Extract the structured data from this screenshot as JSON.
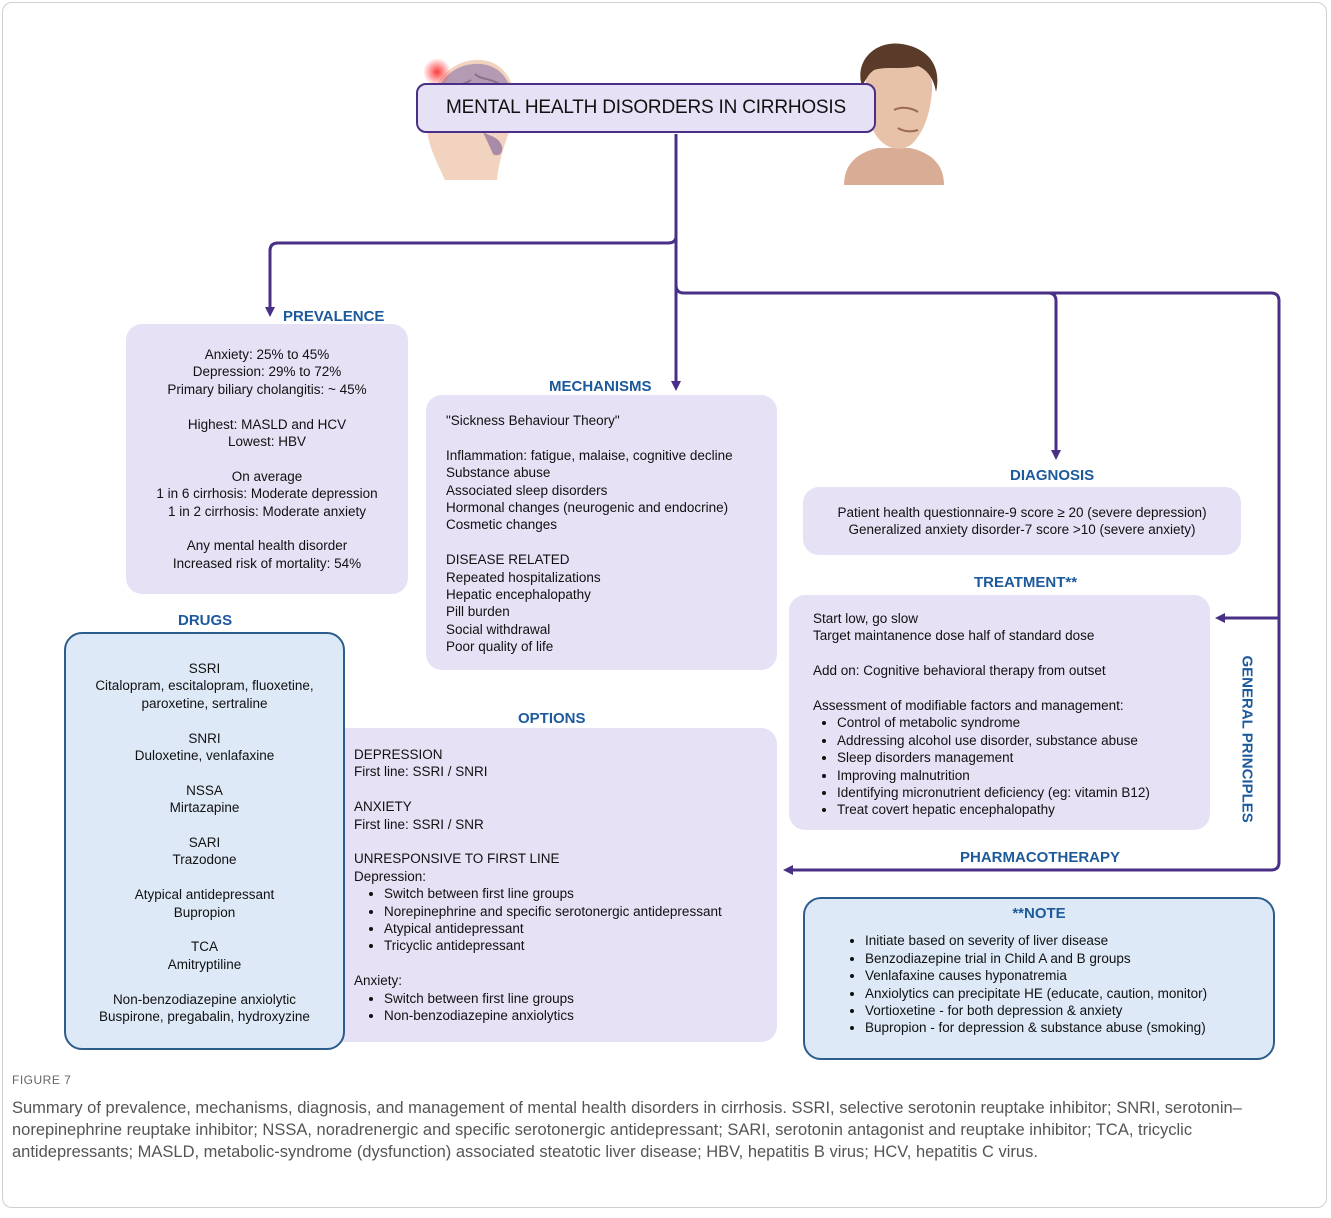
{
  "title": "MENTAL HEALTH DISORDERS IN CIRRHOSIS",
  "prevalence": {
    "heading": "PREVALENCE",
    "lines": [
      "Anxiety: 25% to 45%",
      "Depression: 29% to 72%",
      "Primary biliary cholangitis: ~ 45%",
      "",
      "Highest: MASLD and HCV",
      "Lowest: HBV",
      "",
      "On average",
      "1 in 6 cirrhosis: Moderate depression",
      "1 in 2 cirrhosis: Moderate anxiety",
      "",
      "Any mental health disorder",
      "Increased risk of mortality: 54%"
    ]
  },
  "mechanisms": {
    "heading": "MECHANISMS",
    "lines": [
      "\"Sickness Behaviour Theory\"",
      "",
      "Inflammation: fatigue, malaise, cognitive decline",
      "Substance abuse",
      "Associated sleep disorders",
      "Hormonal changes (neurogenic and endocrine)",
      "Cosmetic changes",
      "",
      "DISEASE RELATED",
      "Repeated hospitalizations",
      "Hepatic encephalopathy",
      "Pill burden",
      "Social withdrawal",
      "Poor quality of life"
    ]
  },
  "diagnosis": {
    "heading": "DIAGNOSIS",
    "lines": [
      "Patient health questionnaire-9 score ≥ 20 (severe depression)",
      "Generalized anxiety disorder-7 score >10 (severe anxiety)"
    ]
  },
  "treatment": {
    "heading": "TREATMENT**",
    "lines": [
      "Start low, go slow",
      "Target maintanence dose half of standard dose",
      "",
      "Add on: Cognitive behavioral therapy from outset",
      "",
      "Assessment of modifiable factors and management:"
    ],
    "bullets": [
      "Control of metabolic syndrome",
      "Addressing alcohol use disorder, substance abuse",
      "Sleep disorders management",
      "Improving malnutrition",
      "Identifying micronutrient deficiency (eg: vitamin B12)",
      "Treat covert hepatic encephalopathy"
    ]
  },
  "general_principles": "GENERAL PRINCIPLES",
  "pharmacotherapy": "PHARMACOTHERAPY",
  "drugs": {
    "heading": "DRUGS",
    "lines": [
      "SSRI",
      "Citalopram, escitalopram, fluoxetine,",
      "paroxetine, sertraline",
      "",
      "SNRI",
      "Duloxetine, venlafaxine",
      "",
      "NSSA",
      "Mirtazapine",
      "",
      "SARI",
      "Trazodone",
      "",
      "Atypical antidepressant",
      "Bupropion",
      "",
      "TCA",
      "Amitryptiline",
      "",
      "Non-benzodiazepine anxiolytic",
      "Buspirone, pregabalin, hydroxyzine"
    ]
  },
  "options": {
    "heading": "OPTIONS",
    "lines_top": [
      "DEPRESSION",
      "First line: SSRI / SNRI",
      "",
      "ANXIETY",
      "First line: SSRI / SNR",
      "",
      "UNRESPONSIVE TO FIRST LINE",
      "Depression:"
    ],
    "depression_bullets": [
      "Switch between first line groups",
      "Norepinephrine and specific serotonergic antidepressant",
      "Atypical antidepressant",
      "Tricyclic antidepressant"
    ],
    "anxiety_label": "Anxiety:",
    "anxiety_bullets": [
      "Switch between first line groups",
      "Non-benzodiazepine anxiolytics"
    ]
  },
  "note": {
    "heading": "**NOTE",
    "bullets": [
      "Initiate based on severity of liver disease",
      "Benzodiazepine trial in Child A and B groups",
      "Venlafaxine causes hyponatremia",
      "Anxiolytics can precipitate HE (educate, caution, monitor)",
      "Vortioxetine - for both depression & anxiety",
      "Bupropion - for depression & substance abuse (smoking)"
    ]
  },
  "caption": {
    "figure_label": "FIGURE 7",
    "text": "Summary of prevalence, mechanisms, diagnosis, and management of mental health disorders in cirrhosis. SSRI, selective serotonin reuptake inhibitor; SNRI, serotonin–norepinephrine reuptake inhibitor; NSSA, noradrenergic and specific serotonergic antidepressant; SARI, serotonin antagonist and reuptake inhibitor; TCA, tricyclic antidepressants; MASLD, metabolic-syndrome (dysfunction) associated steatotic liver disease; HBV, hepatitis B virus; HCV, hepatitis C virus."
  },
  "colors": {
    "arrow": "#4a2f86",
    "heading": "#1d5a9c",
    "lavender_box": "#e6e1f5",
    "blue_box": "#dde9f7",
    "blue_border": "#2c5d8c"
  }
}
